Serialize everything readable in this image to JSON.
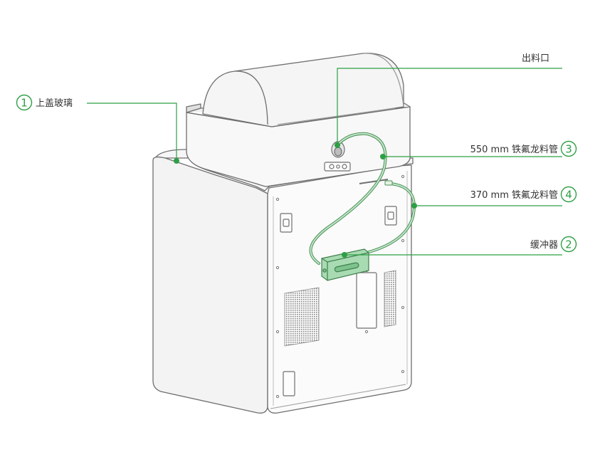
{
  "accent": "#2e9f45",
  "labels": {
    "top_cover": {
      "number": "1",
      "text": "上盖玻璃"
    },
    "outlet": {
      "text": "出料口"
    },
    "tube_550": {
      "text": "550 mm 铁氟龙料管",
      "number": "3"
    },
    "tube_370": {
      "text": "370 mm 铁氟龙料管",
      "number": "4"
    },
    "buffer": {
      "text": "缓冲器",
      "number": "2"
    }
  },
  "icons": [
    "top-cover-glass-icon",
    "printer-body",
    "ptfe-tube",
    "buffer-unit",
    "vent-grille"
  ]
}
